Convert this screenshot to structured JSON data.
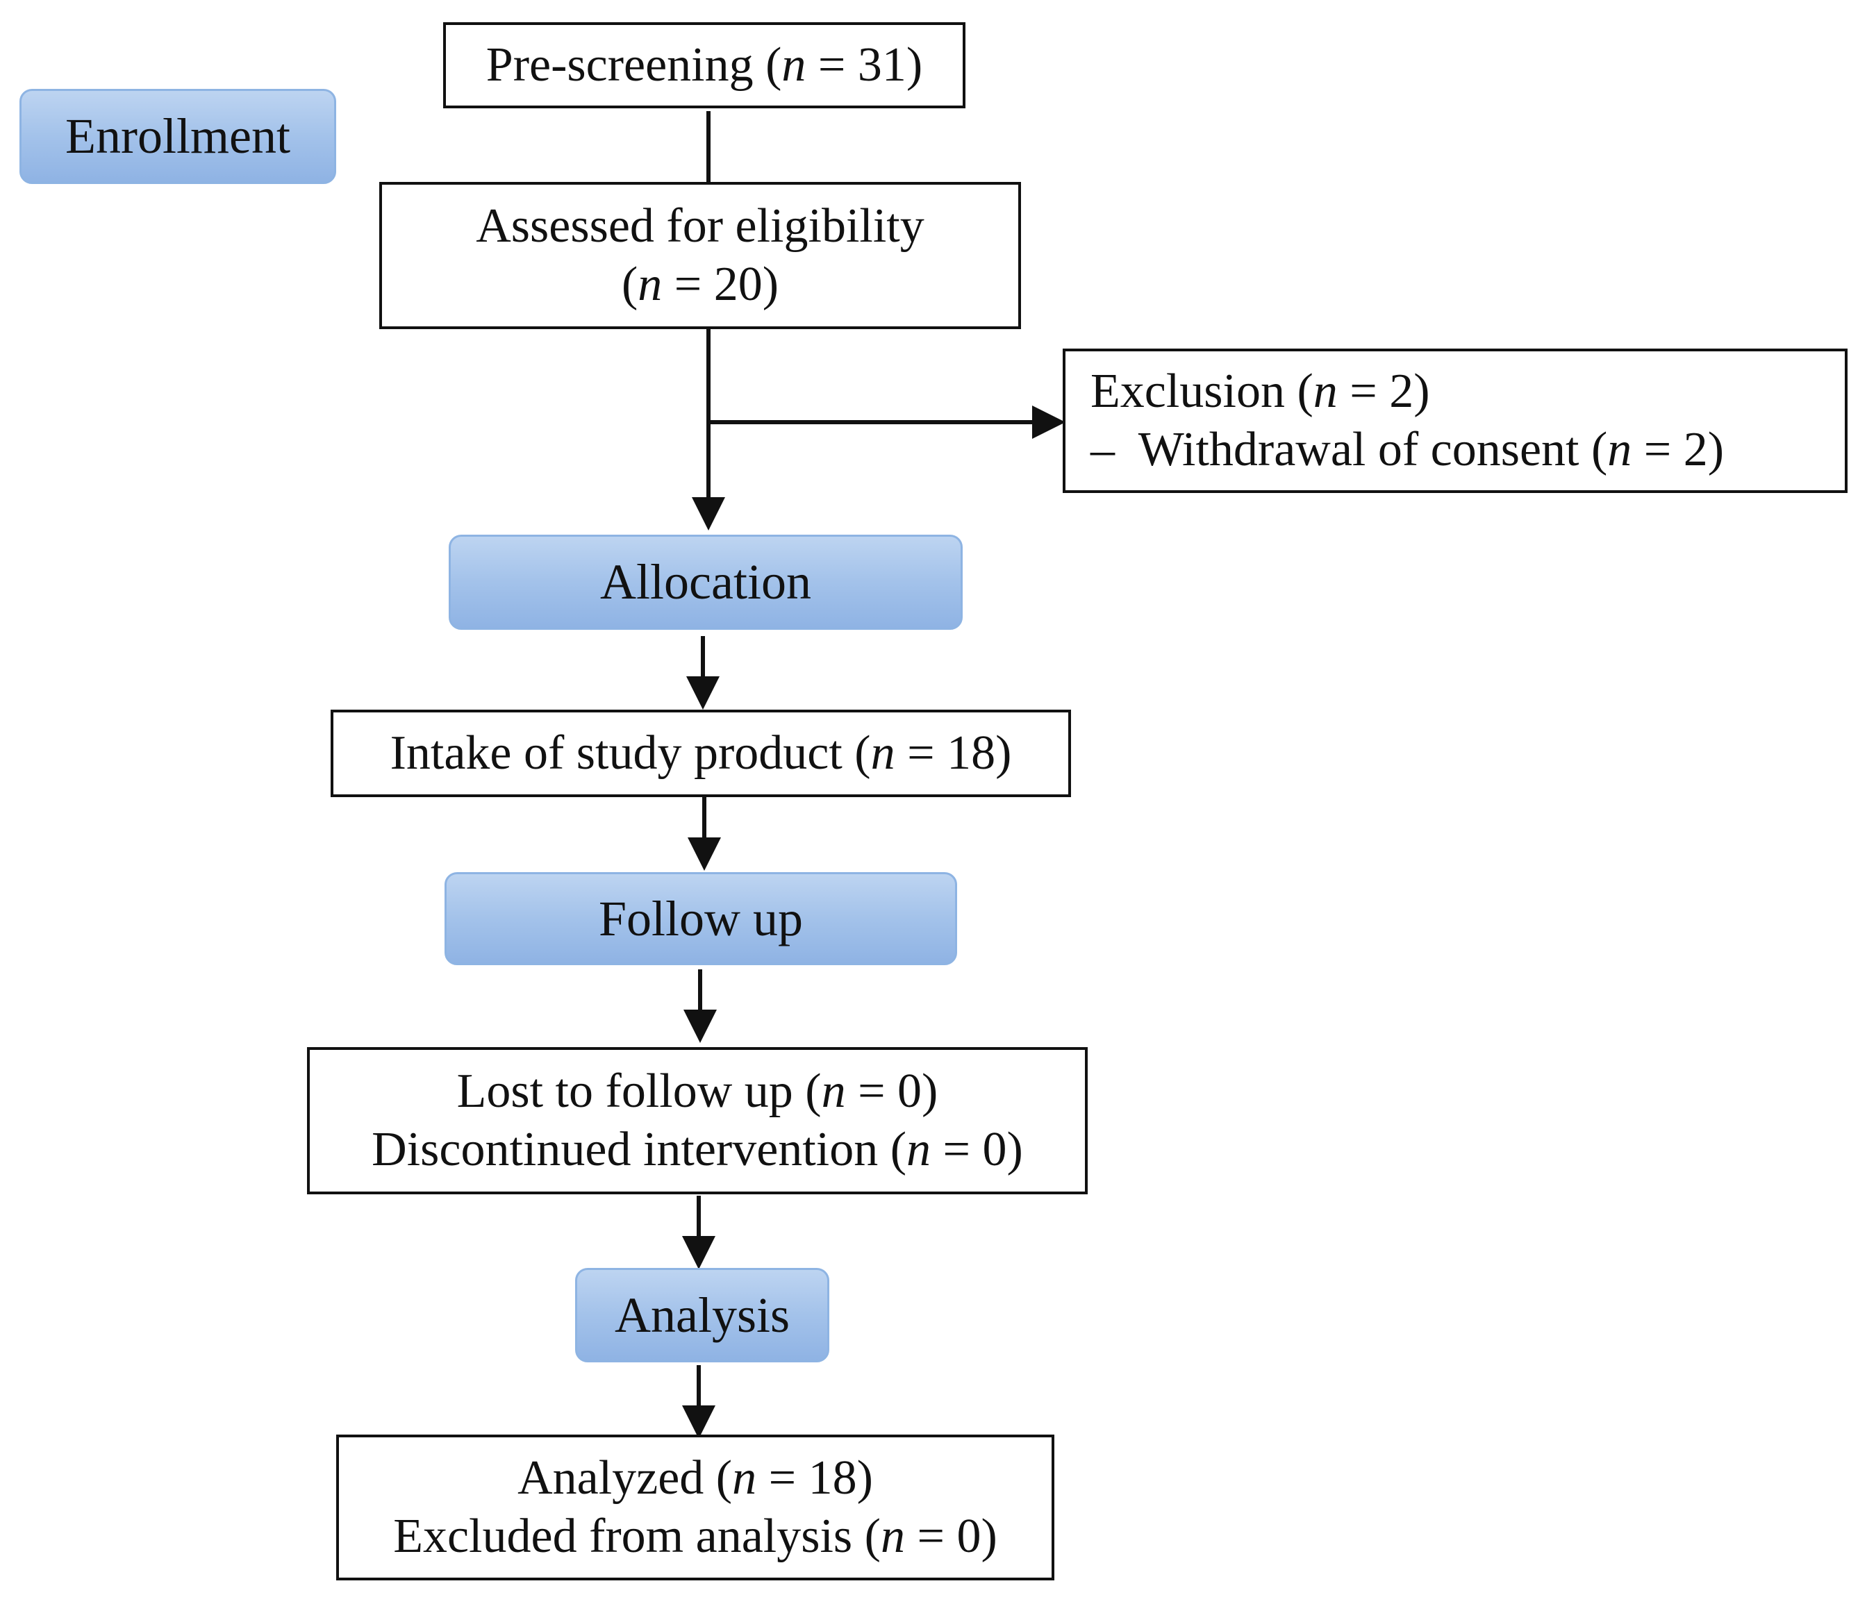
{
  "stages": {
    "enrollment": "Enrollment",
    "allocation": "Allocation",
    "follow_up": "Follow up",
    "analysis": "Analysis"
  },
  "boxes": {
    "pre_screening": {
      "label": "Pre-screening (",
      "n": "n",
      "value": " = 31)"
    },
    "assessed": {
      "line1": "Assessed for eligibility",
      "open": "(",
      "n": "n",
      "value": " = 20)"
    },
    "exclusion": {
      "line1_label": "Exclusion (",
      "line1_n": "n",
      "line1_value": " = 2)",
      "line2_label": "–  Withdrawal of consent (",
      "line2_n": "n",
      "line2_value": " = 2)"
    },
    "intake": {
      "label": "Intake of study product (",
      "n": "n",
      "value": " = 18)"
    },
    "lost": {
      "line1_label": "Lost to follow up (",
      "line1_n": "n",
      "line1_value": " = 0)",
      "line2_label": "Discontinued intervention (",
      "line2_n": "n",
      "line2_value": " = 0)"
    },
    "analyzed": {
      "line1_label": "Analyzed (",
      "line1_n": "n",
      "line1_value": " = 18)",
      "line2_label": "Excluded from analysis (",
      "line2_n": "n",
      "line2_value": " = 0)"
    }
  }
}
